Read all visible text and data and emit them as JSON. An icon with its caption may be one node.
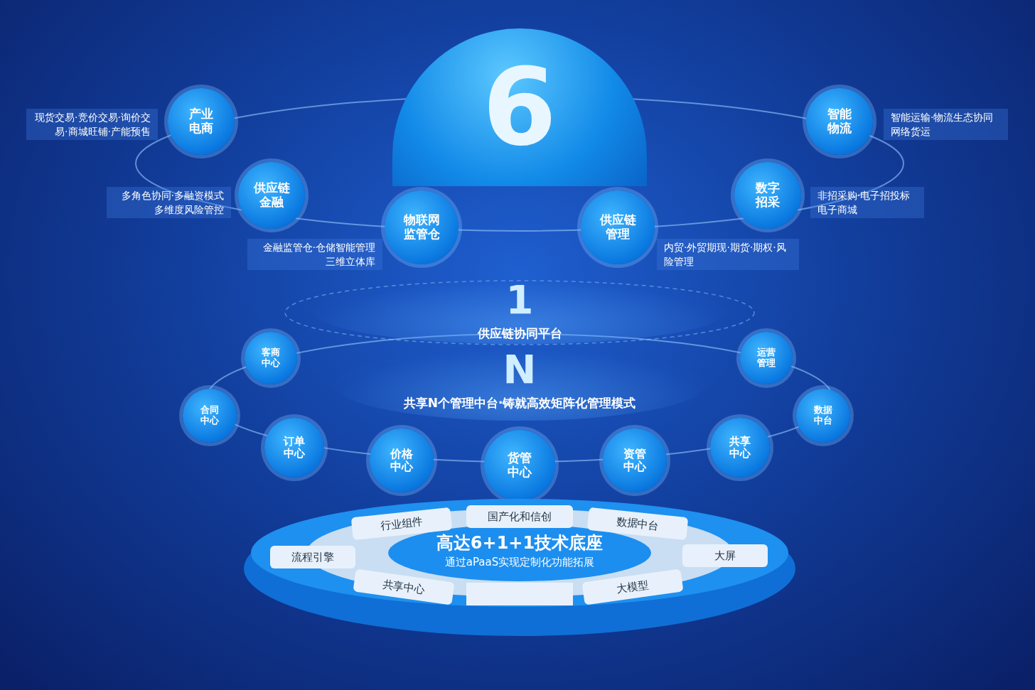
{
  "diagram": {
    "nodes": [
      {
        "text": [
          "6"
        ]
      },
      {
        "text": [
          "产业电商"
        ],
        "beside": [
          "现货交易·竞价交易·询价交易·商城旺铺·产能预售"
        ]
      },
      {
        "text": [
          "智能物流"
        ],
        "beside": [
          "智能运输·物流生态协同网络货运"
        ]
      },
      {
        "text": [
          "供应链金融"
        ],
        "beside": [
          "多角色协同·多融资模式多维度风险管控"
        ]
      },
      {
        "text": [
          "数字招采"
        ],
        "beside": [
          "非招采购·电子招投标电子商城"
        ]
      },
      {
        "text": [
          "物联网监管仓"
        ],
        "beside": [
          "金融监管仓·仓储智能管理三维立体库"
        ]
      },
      {
        "text": [
          "供应链管理"
        ],
        "beside": [
          "内贸·外贸期现·期货·期权·风险管理"
        ]
      },
      {
        "text": [
          "1",
          "供应链协同平台"
        ]
      },
      {
        "text": [
          "N",
          "共享N个管理中台·铸就高效矩阵化管理模式"
        ]
      },
      {
        "text": [
          "客商中心"
        ]
      },
      {
        "text": [
          "运营管理"
        ]
      },
      {
        "text": [
          "合同中心"
        ]
      },
      {
        "text": [
          "数据中台"
        ]
      },
      {
        "text": [
          "订单中心"
        ]
      },
      {
        "text": [
          "共享中心"
        ]
      },
      {
        "text": [
          "价格中心"
        ]
      },
      {
        "text": [
          "货管中心"
        ]
      },
      {
        "text": [
          "资管中心"
        ]
      },
      {
        "text": [
          "高达6+1+1技术底座",
          "通过aPaaS实现定制化功能拓展"
        ]
      },
      {
        "text": [
          "行业组件"
        ],
        "in": 18
      },
      {
        "text": [
          "国产化和信创"
        ],
        "in": 18
      },
      {
        "text": [
          "数据中台"
        ],
        "in": 18
      },
      {
        "text": [
          "流程引擎"
        ],
        "in": 18
      },
      {
        "text": [
          "大屏"
        ],
        "in": 18
      },
      {
        "text": [
          "共享中心"
        ],
        "in": 18
      },
      {
        "text": [],
        "shape": "box",
        "in": 18
      },
      {
        "text": [
          "大模型"
        ],
        "in": 18
      }
    ],
    "edges": []
  }
}
